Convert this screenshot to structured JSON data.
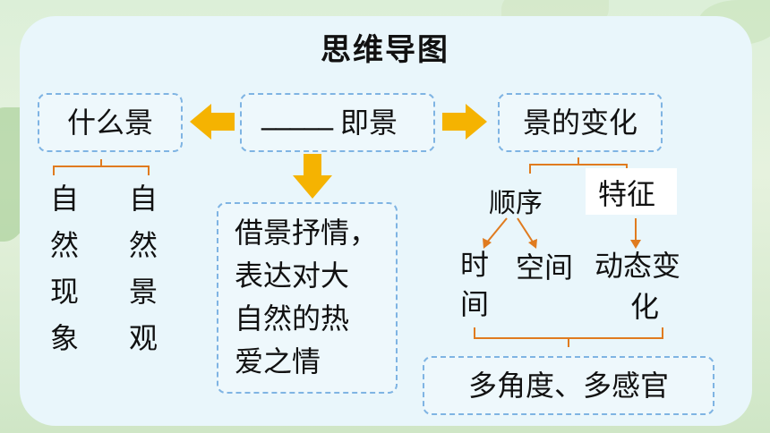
{
  "title": "思维导图",
  "center": {
    "blank": "_____",
    "label": "即景"
  },
  "left_node": {
    "label": "什么景"
  },
  "right_node": {
    "label": "景的变化"
  },
  "left_children": {
    "col1": [
      "自",
      "然",
      "现",
      "象"
    ],
    "col2": [
      "自",
      "然",
      "景",
      "观"
    ]
  },
  "middle_box": {
    "lines": [
      "借景抒情，",
      "表达对大",
      "自然的热",
      "爱之情"
    ]
  },
  "right_children": {
    "order_label": "顺序",
    "feature_label": "特征",
    "time": [
      "时",
      "间"
    ],
    "space": "空间",
    "dynamic_line1": "动态变",
    "dynamic_line2": "化"
  },
  "bottom_box": {
    "label": "多角度、多感官"
  },
  "colors": {
    "arrow": "#f5b301",
    "bracket": "#e07b1f",
    "box_border": "#7fb4e3"
  }
}
